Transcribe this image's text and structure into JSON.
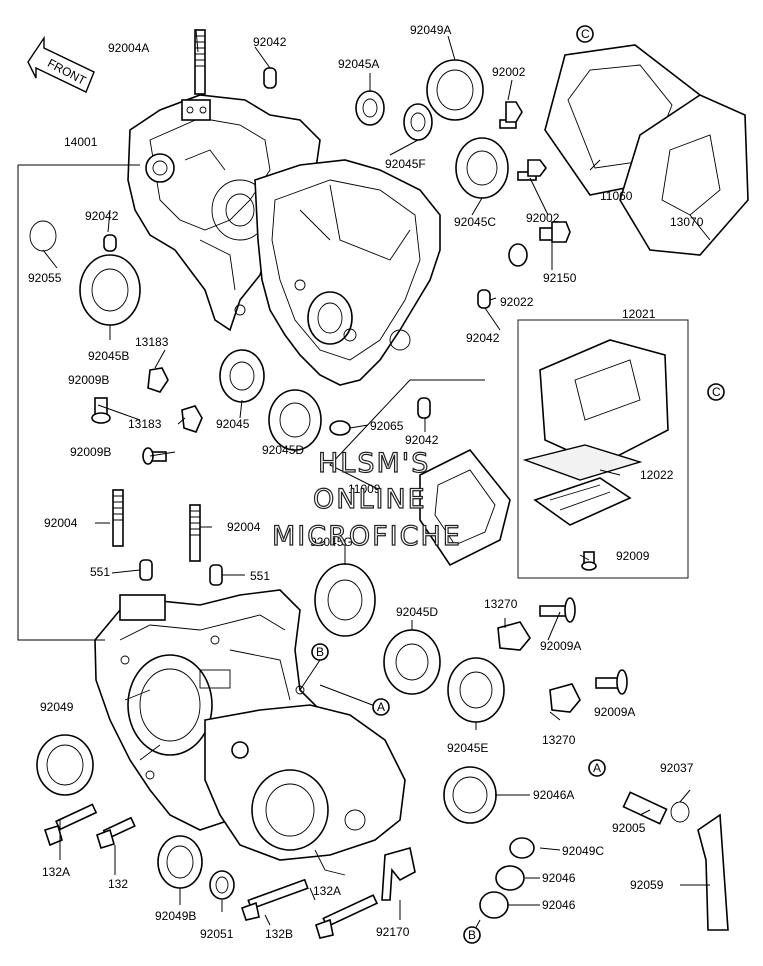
{
  "front_arrow": "FRONT",
  "watermark": [
    "HLSM'S",
    "ONLINE",
    "MICROFICHE"
  ],
  "callouts": {
    "a": "A",
    "b": "B",
    "c": "C"
  },
  "labels": {
    "p92004A": "92004A",
    "p92042a": "92042",
    "p92045A": "92045A",
    "p92049A": "92049A",
    "p92002a": "92002",
    "p14001": "14001",
    "p92045F": "92045F",
    "p92045C": "92045C",
    "p92002b": "92002",
    "p11060": "11060",
    "p13070": "13070",
    "p92042b": "92042",
    "p92055": "92055",
    "p92150": "92150",
    "p92022": "92022",
    "p92042c": "92042",
    "p12021": "12021",
    "p92045B": "92045B",
    "p13183a": "13183",
    "p92009Ba": "92009B",
    "p13183b": "13183",
    "p92045": "92045",
    "p92065": "92065",
    "p92042d": "92042",
    "p92009Bb": "92009B",
    "p92045D": "92045D",
    "p11009": "11009",
    "p12022": "12022",
    "p92004a": "92004",
    "p92004b": "92004",
    "p92045G": "92045G",
    "p92009": "92009",
    "p551a": "551",
    "p551b": "551",
    "p92045Db": "92045D",
    "p13270a": "13270",
    "p92009Aa": "92009A",
    "p92049": "92049",
    "p92009Ab": "92009A",
    "p13270b": "13270",
    "p92045E": "92045E",
    "p92046A": "92046A",
    "p92037": "92037",
    "p132A": "132A",
    "p132": "132",
    "p92005": "92005",
    "p92049C": "92049C",
    "p92046a": "92046",
    "p92059": "92059",
    "p92046b": "92046",
    "p92049B": "92049B",
    "p92051": "92051",
    "p132B": "132B",
    "p132Ab": "132A",
    "p92170": "92170"
  }
}
